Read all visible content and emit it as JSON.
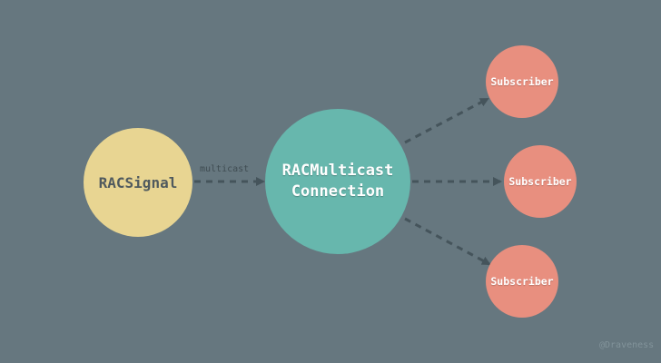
{
  "nodes": {
    "source": {
      "label": "RACSignal"
    },
    "connection": {
      "label": "RACMulticast\nConnection"
    },
    "subscribers": [
      {
        "label": "Subscriber"
      },
      {
        "label": "Subscriber"
      },
      {
        "label": "Subscriber"
      }
    ]
  },
  "edges": {
    "multicast_label": "multicast"
  },
  "watermark": "@Draveness",
  "colors": {
    "background": "#66777f",
    "source_fill": "#e8d592",
    "connection_fill": "#67b7ad",
    "subscriber_fill": "#e88f7f",
    "arrow": "#45545b"
  }
}
